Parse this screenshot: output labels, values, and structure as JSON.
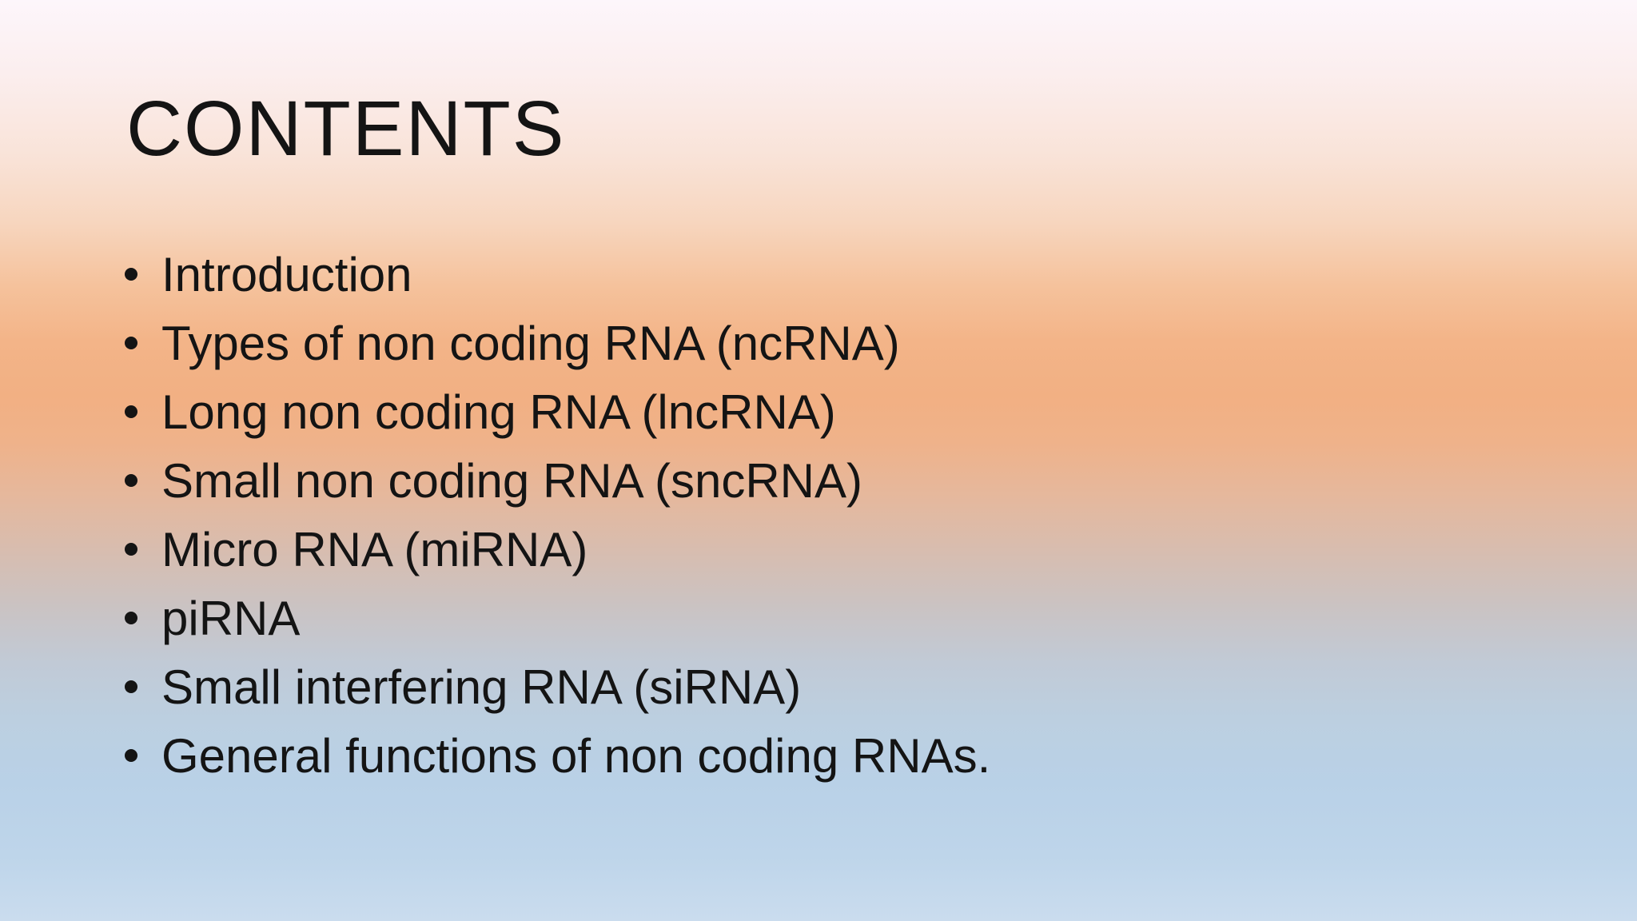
{
  "slide": {
    "title": "CONTENTS",
    "bullets": [
      "Introduction",
      "Types of non coding RNA (ncRNA)",
      "Long non coding RNA (lncRNA)",
      "Small non coding RNA (sncRNA)",
      "Micro RNA (miRNA)",
      "piRNA",
      "Small interfering RNA (siRNA)",
      "General functions of non coding RNAs."
    ],
    "colors": {
      "text": "#141414",
      "gradient_top": "#fdf6fb",
      "gradient_orange": "#f3b486",
      "gradient_gray": "#cac3c3",
      "gradient_bottom": "#cadcee"
    }
  }
}
